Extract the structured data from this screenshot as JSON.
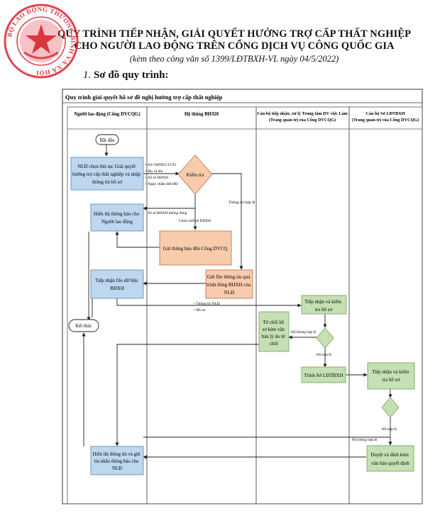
{
  "header": {
    "title_line1": "QUY TRÌNH TIẾP NHẬN, GIẢI QUYẾT HƯỞNG TRỢ CẤP THẤT NGHIỆP",
    "title_line2": "CHO NGƯỜI LAO ĐỘNG TRÊN CỔNG DỊCH VỤ CÔNG QUỐC GIA",
    "subnote": "(kèm theo công văn số  1399/LĐTBXH-VL ngày 04/5/2022)",
    "section_num": "1.",
    "section_title": "Sơ đồ quy trình:"
  },
  "seal": {
    "text": "BỘ LAO ĐỘNG THƯƠNG BINH VÀ XÃ HỘI",
    "color": "#d8262f"
  },
  "diagram": {
    "title": "Quy trình giải quyết hồ sơ đề nghị hưởng trợ cấp thất nghiệp",
    "lanes": {
      "l1": "Người lao động (Cổng DVCQG)",
      "l2": "Hệ thống BHXH",
      "l3a": "Cán bộ tiếp nhận, xử lý Trung tâm DV việc Làm",
      "l3b": "(Trang quản trị của Cổng DVCQG)",
      "l4a": "Cán bộ Sở LĐTBXH",
      "l4b": "(Trang quản trị của Cổng DVCQG)"
    },
    "nodes": {
      "start": "Bắt đầu",
      "choose": [
        "NLĐ chọn thủ tục Giải quyết",
        "hưởng trợ cấp thất nghiệp và nhập",
        "thông tin hồ sơ"
      ],
      "check": "Kiểm tra",
      "show_notice": [
        "Hiển thị thông báo cho",
        "Người lao động"
      ],
      "send_notice": "Gửi thông báo đến Cổng DVCQ",
      "send_info": [
        "Gửi file thông tin quá",
        "trình đóng BHXH của",
        "NLĐ"
      ],
      "receive_file": [
        "Tiếp nhận file dữ liệu",
        "BHXH"
      ],
      "end": "Kết thúc",
      "receive_check1": [
        "Tiếp nhận và kiểm",
        "tra hồ sơ"
      ],
      "reject": [
        "Từ chối hồ",
        "sơ kèm văn",
        "bản lý do từ",
        "chối"
      ],
      "submit": "Trình  Sở LĐTBXH",
      "receive_check2": [
        "Tiếp nhận và kiểm",
        "tra hồ sơ"
      ],
      "approve": [
        "Duyệt và đính kèm",
        "văn bản quyết định"
      ],
      "show_result": [
        "Hiển thị thông tin và gửi",
        "tin nhắn thông báo cho",
        "NLĐ"
      ]
    },
    "labels": {
      "fields": [
        "+ Số CMND/CCCD",
        "+ Họ và tên",
        "+ Số sổ BHXH",
        "+ Ngày chấm dứt HĐ"
      ],
      "invalid_book": "Số sổ BHXH không đúng",
      "not_closed": "Chưa chốt sổ BHXH",
      "info_valid": "Thông tin hợp lệ",
      "send_items": [
        "+ Thông tin NLĐ",
        "+ Hồ sơ"
      ],
      "hs_invalid1": "HS không hợp lệ",
      "hs_valid1": "HS hợp lệ",
      "hs_valid2": "HS hợp lệ",
      "hs_invalid2": "HS không hợp lệ"
    },
    "colors": {
      "blue_box": "#bdd7ee",
      "orange_box": "#f8cbad",
      "green_box": "#c5e0b4",
      "diamond_orange": "#f8cbad",
      "diamond_green": "#c5e0b4",
      "line": "#222222"
    }
  }
}
